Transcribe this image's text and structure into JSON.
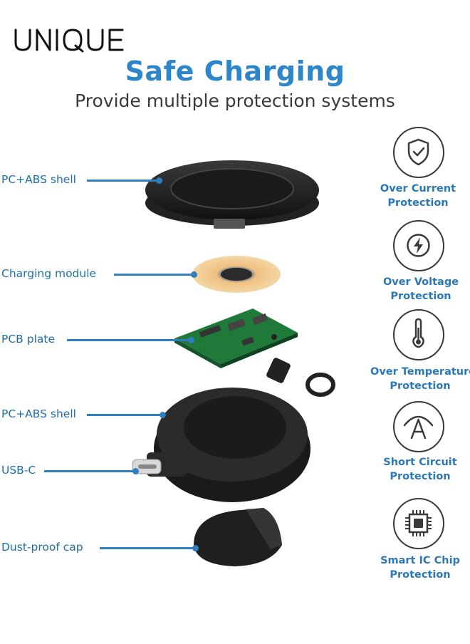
{
  "brand": {
    "logo_text": "UNIQUE"
  },
  "header": {
    "title": "Safe Charging",
    "subtitle": "Provide multiple protection systems"
  },
  "parts": [
    {
      "label": "PC+ABS shell"
    },
    {
      "label": "Charging module"
    },
    {
      "label": "PCB plate"
    },
    {
      "label": "PC+ABS shell"
    },
    {
      "label": "USB-C"
    },
    {
      "label": "Dust-proof cap"
    }
  ],
  "features": [
    {
      "icon": "shield-check-icon",
      "line1": "Over Current",
      "line2": "Protection"
    },
    {
      "icon": "lightning-icon",
      "line1": "Over Voltage",
      "line2": "Protection"
    },
    {
      "icon": "thermometer-icon",
      "line1": "Over Temperature",
      "line2": "Protection"
    },
    {
      "icon": "arc-a-icon",
      "line1": "Short Circuit",
      "line2": "Protection"
    },
    {
      "icon": "chip-icon",
      "line1": "Smart IC Chip",
      "line2": "Protection"
    }
  ],
  "colors": {
    "accent": "#2d86c9",
    "label": "#1e6fa8",
    "icon": "#3a3a3a"
  }
}
